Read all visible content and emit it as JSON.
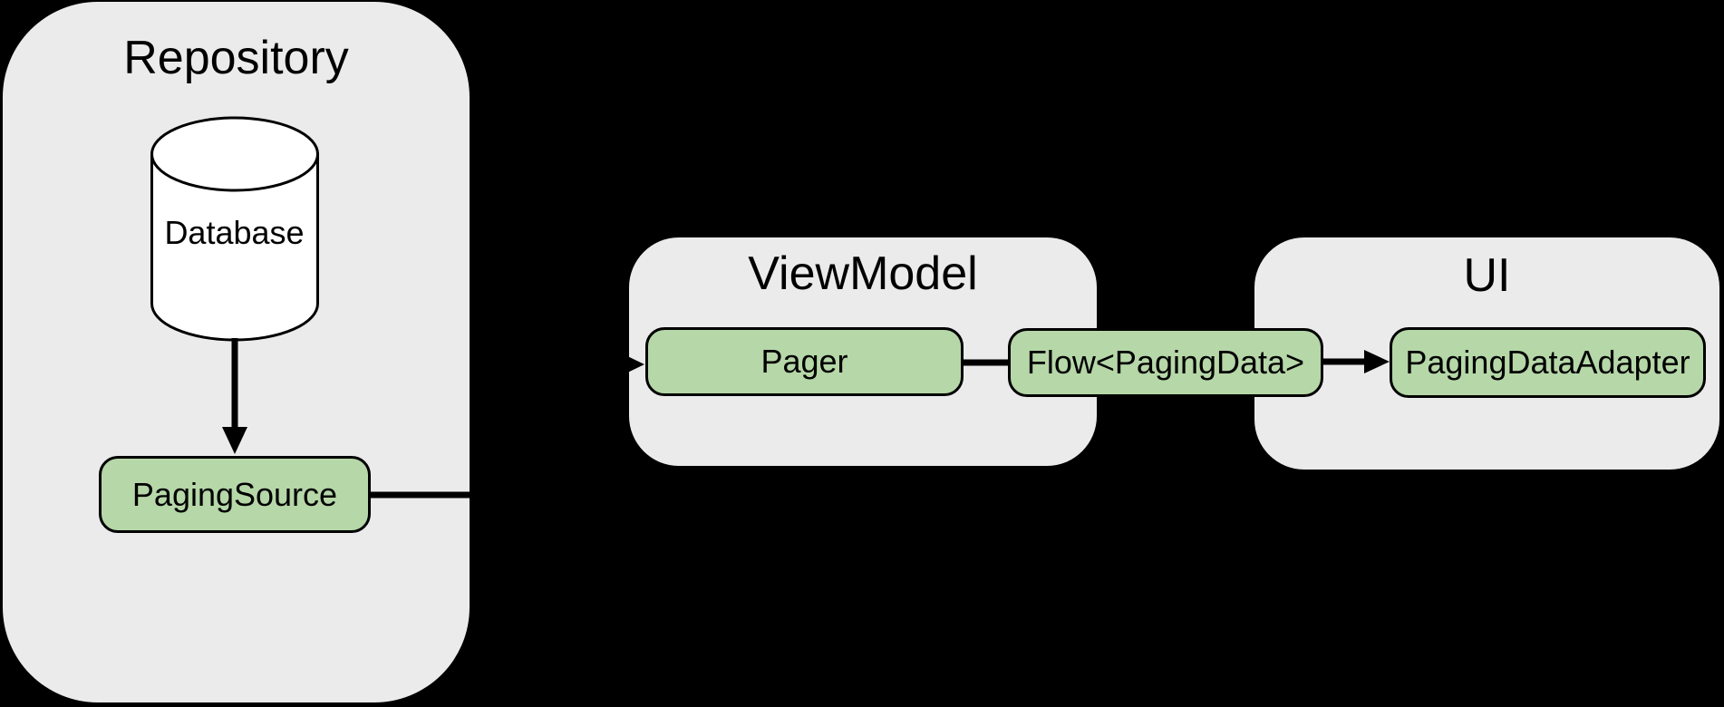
{
  "colors": {
    "background": "#000000",
    "container-fill": "#ebebeb",
    "node-fill": "#b6d7a8",
    "stroke": "#000000",
    "cylinder-fill": "#ffffff",
    "text": "#000000"
  },
  "containers": {
    "repository": {
      "title": "Repository"
    },
    "viewmodel": {
      "title": "ViewModel"
    },
    "ui": {
      "title": "UI"
    }
  },
  "nodes": {
    "database": {
      "label": "Database"
    },
    "paging_source": {
      "label": "PagingSource"
    },
    "pager": {
      "label": "Pager"
    },
    "flow": {
      "label": "Flow<PagingData>"
    },
    "paging_data_adapter": {
      "label": "PagingDataAdapter"
    }
  },
  "edges": [
    {
      "from": "Database",
      "to": "PagingSource",
      "arrow": true
    },
    {
      "from": "PagingSource",
      "to": "Pager",
      "arrow": true
    },
    {
      "from": "Pager",
      "to": "Flow<PagingData>",
      "arrow": false
    },
    {
      "from": "Flow<PagingData>",
      "to": "PagingDataAdapter",
      "arrow": true
    }
  ]
}
